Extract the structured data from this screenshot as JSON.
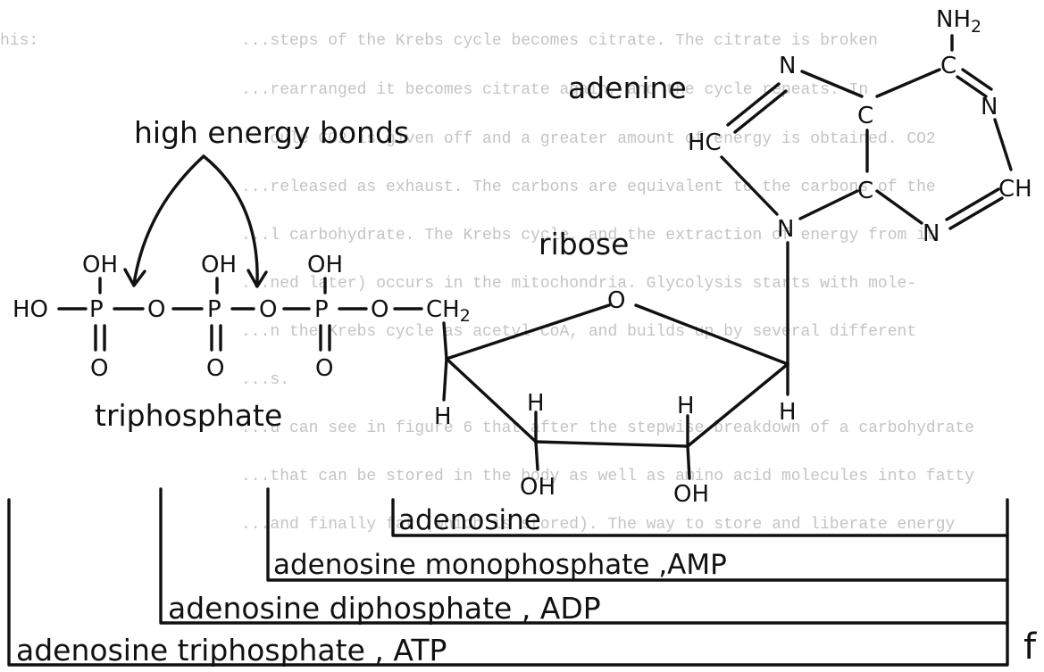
{
  "background_text": [
    "his:",
    "...steps of the Krebs cycle becomes citrate. The citrate is broken",
    "...rearranged it becomes citrate again, and the cycle repeats. In",
    "...cule CO2 is given off and a greater amount of energy is obtained. CO2",
    "...released as exhaust. The carbons are equivalent to the carbons of the",
    "...l carbohydrate. The Krebs cycle, and the extraction of energy from it",
    "...ned later) occurs in the mitochondria. Glycolysis starts with mole-",
    "...n the Krebs cycle as acetyl CoA, and builds up by several different",
    "...s.",
    "...u can see in figure 6 that after the stepwise breakdown of a carbohydrate",
    "...that can be stored in the body as well as amino acid molecules into fatty",
    "...and finally fat (which is stored). The way to store and liberate energy"
  ],
  "labels": {
    "high_energy_bonds": "high energy bonds",
    "adenine": "adenine",
    "ribose": "ribose",
    "triphosphate": "triphosphate",
    "adenosine": "adenosine",
    "amp": "adenosine monophosphate ,AMP",
    "adp": "adenosine diphosphate , ADP",
    "atp": "adenosine triphosphate , ATP",
    "edge_f": "f"
  },
  "atoms": {
    "nh2": "NH",
    "nh2_sub": "2",
    "c": "C",
    "n": "N",
    "hc": "HC",
    "ch": "CH",
    "o": "O",
    "oh": "OH",
    "h": "H",
    "p": "P",
    "ho": "HO",
    "ch2": "CH",
    "ch2_sub": "2"
  }
}
